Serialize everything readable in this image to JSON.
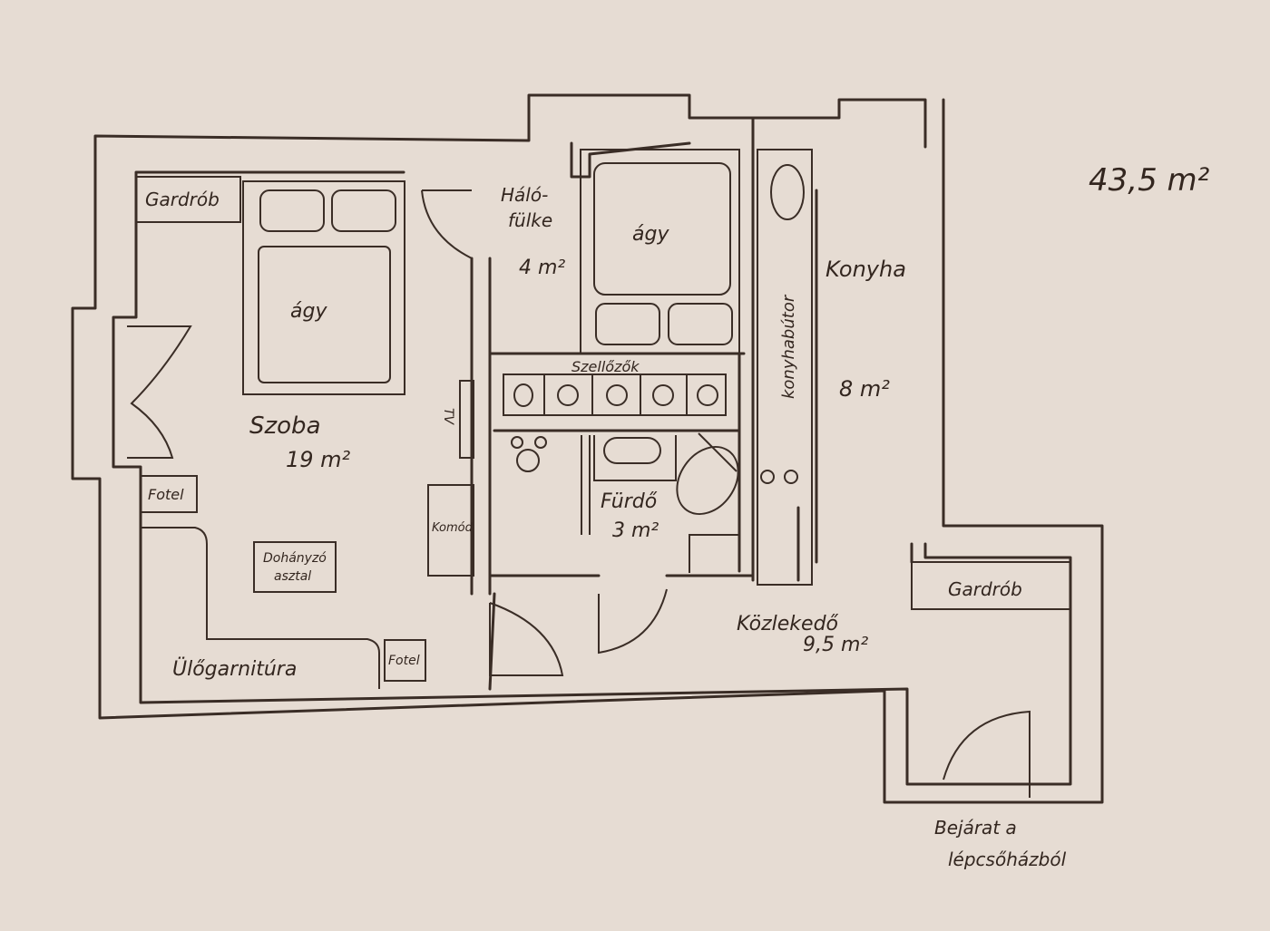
{
  "total_area": "43,5 m²",
  "rooms": {
    "szoba": {
      "name": "Szoba",
      "area": "19 m²"
    },
    "halofulke": {
      "name_line1": "Háló-",
      "name_line2": "fülke",
      "area": "4 m²"
    },
    "konyha": {
      "name": "Konyha",
      "area": "8 m²"
    },
    "furdo": {
      "name": "Fürdő",
      "area": "3 m²"
    },
    "kozlekedo": {
      "name": "Közlekedő",
      "area": "9,5 m²"
    }
  },
  "furniture": {
    "gardrob_1": "Gardrób",
    "gardrob_2": "Gardrób",
    "agy_1": "ágy",
    "agy_2": "ágy",
    "konyhabutor": "konyhabútor",
    "szellozok": "Szellőzők",
    "tv": "TV",
    "fotel_1": "Fotel",
    "fotel_2": "Fotel",
    "komod": "Komód",
    "dohanyzo_line1": "Dohányzó",
    "dohanyzo_line2": "asztal",
    "ulogarnitura": "Ülőgarnitúra"
  },
  "entrance": {
    "line1": "Bejárat a",
    "line2": "lépcsőházból"
  }
}
